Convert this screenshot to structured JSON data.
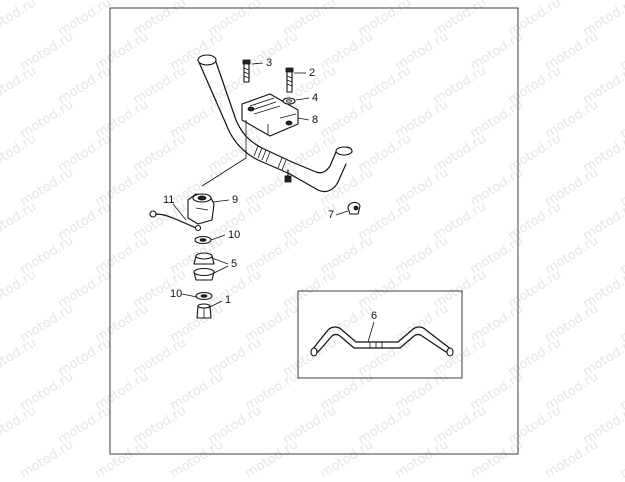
{
  "diagram": {
    "watermark_text": "motod.ru",
    "callouts": {
      "c1": "1",
      "c2": "2",
      "c3": "3",
      "c4": "4",
      "c5": "5",
      "c6": "6",
      "c7": "7",
      "c8": "8",
      "c9": "9",
      "c10a": "10",
      "c10b": "10",
      "c11": "11"
    }
  }
}
